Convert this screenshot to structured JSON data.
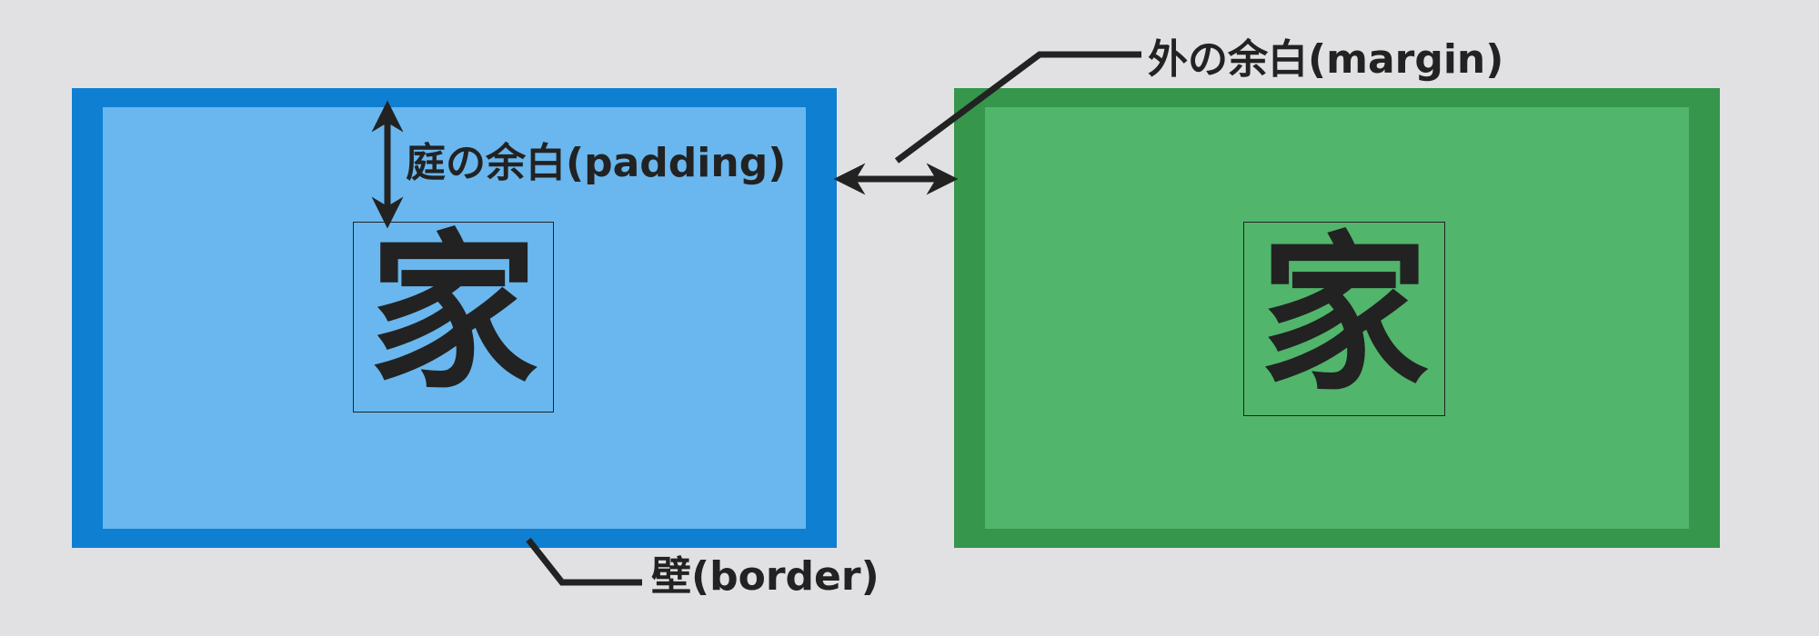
{
  "diagram": {
    "content_glyph": "家",
    "labels": {
      "padding": "庭の余白(padding)",
      "margin": "外の余白(margin)",
      "border": "壁(border)"
    },
    "colors": {
      "background": "#e1e1e4",
      "blue_border": "#0f7fd2",
      "blue_padding": "#69b7ee",
      "green_border": "#35964c",
      "green_padding": "#51b56c",
      "ink": "#222222"
    }
  }
}
